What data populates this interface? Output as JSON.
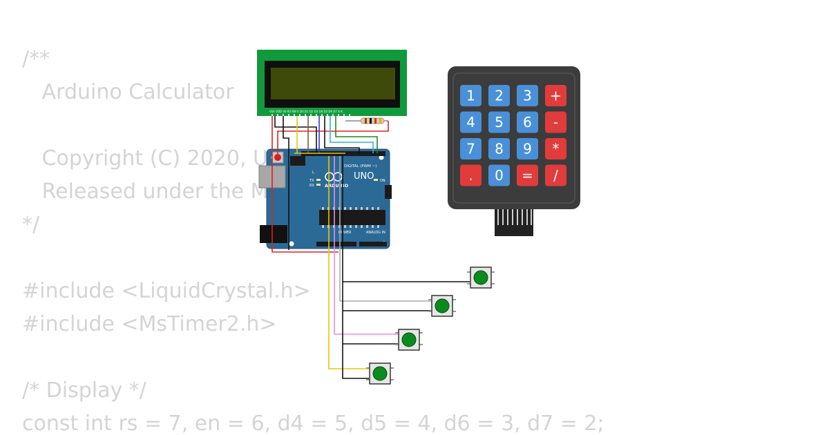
{
  "code_lines": [
    "/**",
    "   Arduino Calculator",
    "",
    "   Copyright (C) 2020, Uri Shaked",
    "   Released under the MIT License",
    "*/",
    "",
    "#include <LiquidCrystal.h>",
    "#include <MsTimer2.h>",
    "",
    "/* Display */",
    "const int rs = 7, en = 6, d4 = 5, d5 = 4, d6 = 3, d7 = 2;"
  ],
  "lcd": {
    "pin_labels": "VSS VDD V0 RS RW E D0 D1 D2 D3 D4 D5 D6 D7 A K"
  },
  "arduino": {
    "brand": "ARDUINO",
    "model": "UNO",
    "digital_label": "DIGITAL (PWM ~)",
    "power_label": "POWER",
    "analog_label": "ANALOG IN",
    "tx": "TX",
    "rx": "RX",
    "on": "ON",
    "l": "L"
  },
  "keypad": {
    "keys": [
      {
        "label": "1",
        "color": "#4a90d9"
      },
      {
        "label": "2",
        "color": "#4a90d9"
      },
      {
        "label": "3",
        "color": "#4a90d9"
      },
      {
        "label": "+",
        "color": "#e23b3b"
      },
      {
        "label": "4",
        "color": "#4a90d9"
      },
      {
        "label": "5",
        "color": "#4a90d9"
      },
      {
        "label": "6",
        "color": "#4a90d9"
      },
      {
        "label": "-",
        "color": "#e23b3b"
      },
      {
        "label": "7",
        "color": "#4a90d9"
      },
      {
        "label": "8",
        "color": "#4a90d9"
      },
      {
        "label": "9",
        "color": "#4a90d9"
      },
      {
        "label": "*",
        "color": "#e23b3b"
      },
      {
        "label": ".",
        "color": "#e23b3b"
      },
      {
        "label": "0",
        "color": "#4a90d9"
      },
      {
        "label": "=",
        "color": "#e23b3b"
      },
      {
        "label": "/",
        "color": "#e23b3b"
      }
    ]
  },
  "colors": {
    "code_text": "#d4d4d4",
    "lcd_frame": "#109a3c",
    "lcd_screen": "#3e4a0a",
    "board": "#2b6a97",
    "keypad_body": "#3c3c3c",
    "button_cap": "#0b8a1e"
  },
  "buttons_count_label": ""
}
